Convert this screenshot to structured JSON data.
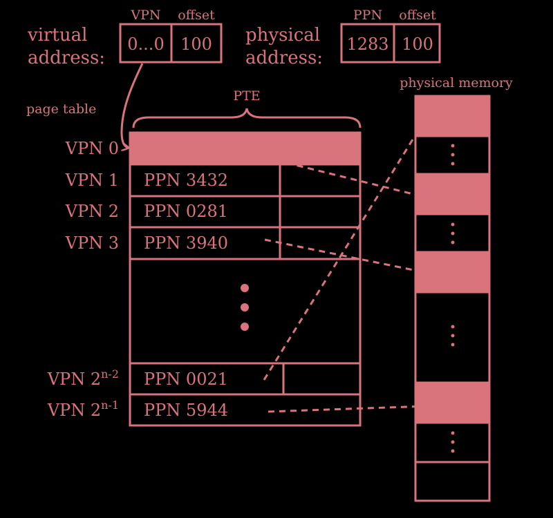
{
  "colors": {
    "accent": "#d9747c",
    "background": "#000000"
  },
  "virtual_address": {
    "label_line1": "virtual",
    "label_line2": "address:",
    "vpn_header": "VPN",
    "offset_header": "offset",
    "vpn_value": "0...0",
    "offset_value": "100"
  },
  "physical_address": {
    "label_line1": "physical",
    "label_line2": "address:",
    "ppn_header": "PPN",
    "offset_header": "offset",
    "ppn_value": "1283",
    "offset_value": "100"
  },
  "page_table": {
    "title": "page table",
    "pte_label": "PTE",
    "rows": [
      {
        "vpn": "VPN 0",
        "ppn": ""
      },
      {
        "vpn": "VPN 1",
        "ppn": "PPN 3432"
      },
      {
        "vpn": "VPN 2",
        "ppn": "PPN 0281"
      },
      {
        "vpn": "VPN 3",
        "ppn": "PPN 3940"
      }
    ],
    "tail_rows": [
      {
        "vpn_base": "VPN 2",
        "vpn_sup": "n-2",
        "ppn": "PPN 0021"
      },
      {
        "vpn_base": "VPN 2",
        "vpn_sup": "n-1",
        "ppn": "PPN 5944"
      }
    ]
  },
  "physical_memory": {
    "title": "physical memory"
  }
}
